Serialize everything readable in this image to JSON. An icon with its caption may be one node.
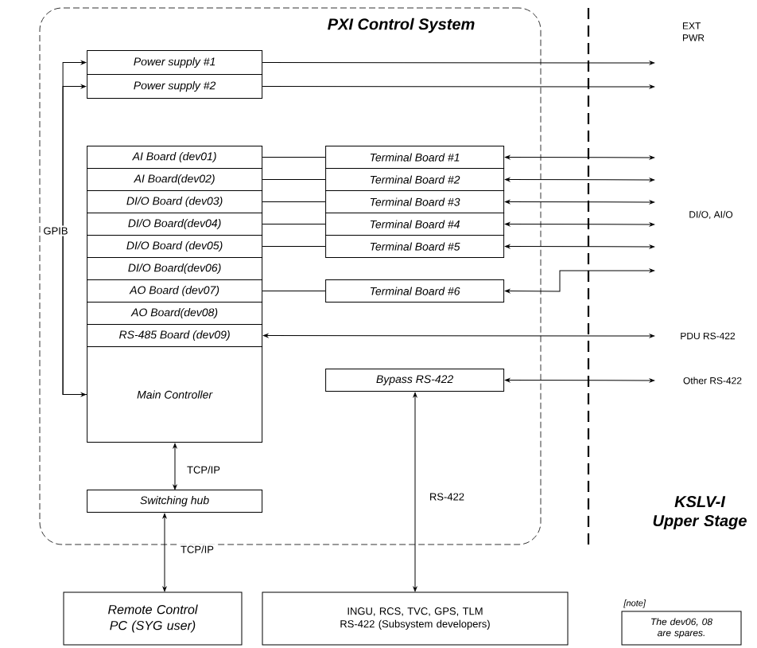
{
  "diagram": {
    "nodes": [
      {
        "text": [
          "PXI Control System"
        ]
      },
      {
        "text": [
          "Power supply #1"
        ],
        "in": 0
      },
      {
        "text": [
          "Power supply #2"
        ],
        "in": 0
      },
      {
        "text": [
          "AI Board (dev01)"
        ],
        "in": 0
      },
      {
        "text": [
          "AI Board(dev02)"
        ],
        "in": 0
      },
      {
        "text": [
          "DI/O Board (dev03)"
        ],
        "in": 0
      },
      {
        "text": [
          "DI/O Board(dev04)"
        ],
        "in": 0
      },
      {
        "text": [
          "DI/O Board (dev05)"
        ],
        "in": 0
      },
      {
        "text": [
          "DI/O Board(dev06)"
        ],
        "in": 0
      },
      {
        "text": [
          "AO Board (dev07)"
        ],
        "in": 0
      },
      {
        "text": [
          "AO Board(dev08)"
        ],
        "in": 0
      },
      {
        "text": [
          "RS-485 Board (dev09)"
        ],
        "in": 0
      },
      {
        "text": [
          "Main Controller"
        ],
        "in": 0
      },
      {
        "text": [
          "Terminal Board #1"
        ],
        "in": 0
      },
      {
        "text": [
          "Terminal Board #2"
        ],
        "in": 0
      },
      {
        "text": [
          "Terminal Board #3"
        ],
        "in": 0
      },
      {
        "text": [
          "Terminal Board #4"
        ],
        "in": 0
      },
      {
        "text": [
          "Terminal Board #5"
        ],
        "in": 0
      },
      {
        "text": [
          "Terminal Board #6"
        ],
        "in": 0
      },
      {
        "text": [
          "Switching hub"
        ],
        "in": 0
      },
      {
        "text": [
          "Bypass RS-422"
        ],
        "in": 0
      },
      {
        "text": [
          "Remote Control PC (SYG user)"
        ]
      },
      {
        "text": [
          "INGU, RCS, TVC, GPS, TLM RS-422 (Subsystem developers)"
        ]
      },
      {
        "text": [
          "The dev06, 08 are spares."
        ],
        "beside": [
          "[note]"
        ]
      },
      {
        "text": [
          "EXT PWR"
        ]
      },
      {
        "text": [
          "DI/O, AI/O"
        ]
      },
      {
        "text": [
          "PDU RS-422"
        ]
      },
      {
        "text": [
          "Other RS-422"
        ]
      }
    ],
    "edges": [
      {
        "from": 12,
        "to": 1,
        "arrow": "both",
        "label": "GPIB"
      },
      {
        "from": 12,
        "to": 2,
        "arrow": "to"
      },
      {
        "from": 1,
        "to": 24,
        "arrow": "to"
      },
      {
        "from": 2,
        "to": 24,
        "arrow": "to"
      },
      {
        "from": 3,
        "to": 13,
        "arrow": "none"
      },
      {
        "from": 4,
        "to": 14,
        "arrow": "none"
      },
      {
        "from": 5,
        "to": 15,
        "arrow": "none"
      },
      {
        "from": 6,
        "to": 16,
        "arrow": "none"
      },
      {
        "from": 7,
        "to": 17,
        "arrow": "none"
      },
      {
        "from": 9,
        "to": 18,
        "arrow": "none"
      },
      {
        "from": 13,
        "to": 25,
        "arrow": "both"
      },
      {
        "from": 14,
        "to": 25,
        "arrow": "both"
      },
      {
        "from": 15,
        "to": 25,
        "arrow": "both"
      },
      {
        "from": 16,
        "to": 25,
        "arrow": "both"
      },
      {
        "from": 17,
        "to": 25,
        "arrow": "both"
      },
      {
        "from": 18,
        "to": 25,
        "arrow": "both"
      },
      {
        "from": 11,
        "to": 26,
        "arrow": "both"
      },
      {
        "from": 20,
        "to": 27,
        "arrow": "both"
      },
      {
        "from": 12,
        "to": 19,
        "arrow": "both",
        "label": "TCP/IP"
      },
      {
        "from": 19,
        "to": 21,
        "arrow": "both",
        "label": "TCP/IP"
      },
      {
        "from": 20,
        "to": 22,
        "arrow": "both",
        "label": "RS-422"
      }
    ],
    "labels": [
      "KSLV-I Upper Stage"
    ]
  }
}
